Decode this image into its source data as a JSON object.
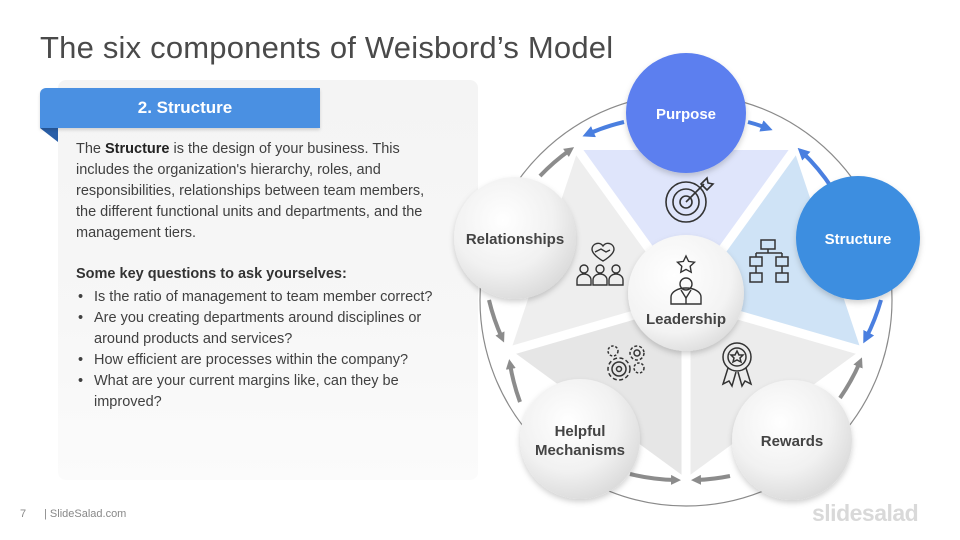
{
  "slide": {
    "title": "The six components of Weisbord’s Model",
    "page_number": "7",
    "footer_site": "| SlideSalad.com",
    "logo": "slidesalad"
  },
  "section": {
    "tab_label": "2. Structure",
    "desc_prefix": "The ",
    "desc_bold": "Structure",
    "desc_rest": " is the design of your business. This includes the organization's hierarchy, roles, and responsibilities, relationships between team members, the different functional units and departments, and the management tiers.",
    "questions_heading": "Some key questions to ask yourselves:",
    "questions": [
      "Is the ratio of management to team member correct?",
      "Are you creating departments around disciplines or around products and services?",
      "How efficient are processes within the company?",
      "What are your current margins like, can they be improved?"
    ]
  },
  "diagram": {
    "center": {
      "label": "Leadership",
      "icon": "leader-icon"
    },
    "nodes": {
      "purpose": {
        "label": "Purpose",
        "icon": "target-icon",
        "active": false
      },
      "structure": {
        "label": "Structure",
        "icon": "org-chart-icon",
        "active": true
      },
      "rewards": {
        "label": "Rewards",
        "icon": "award-icon",
        "active": false
      },
      "mechanisms": {
        "label_line1": "Helpful",
        "label_line2": "Mechanisms",
        "icon": "gears-icon",
        "active": false
      },
      "relationships": {
        "label": "Relationships",
        "icon": "handshake-team-icon",
        "active": false
      }
    },
    "colors": {
      "purpose_fill": "#5b7fef",
      "structure_fill": "#3d8ee0",
      "purpose_segment": "#dfe5fb",
      "structure_segment": "#cfe3f6",
      "grey_segment": "#ececec",
      "arrow_grey": "#8c8c8c",
      "arrow_blue": "#4a7fe0"
    }
  }
}
